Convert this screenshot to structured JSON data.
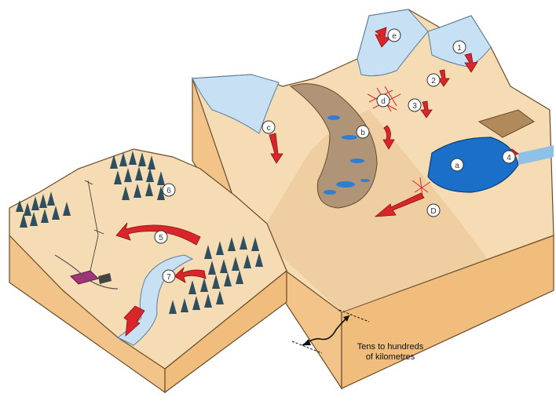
{
  "markers": {
    "m1": "1",
    "m2": "2",
    "m3": "3",
    "m4": "4",
    "m5": "5",
    "m6": "6",
    "m7": "7",
    "ma": "a",
    "mb": "b",
    "mc": "c",
    "md": "d",
    "me": "e",
    "mD": "D"
  },
  "scale_caption": {
    "line1": "Tens to hundreds",
    "line2": "of kilometres"
  },
  "colors": {
    "block_side": "#f2c48a",
    "terrain": "#f6dcb4",
    "ice": "#c8e0f4",
    "lake": "#1a6fc8",
    "arrow": "#d8262a",
    "forest": "#2f4f5f",
    "riverbed": "#b09478"
  }
}
